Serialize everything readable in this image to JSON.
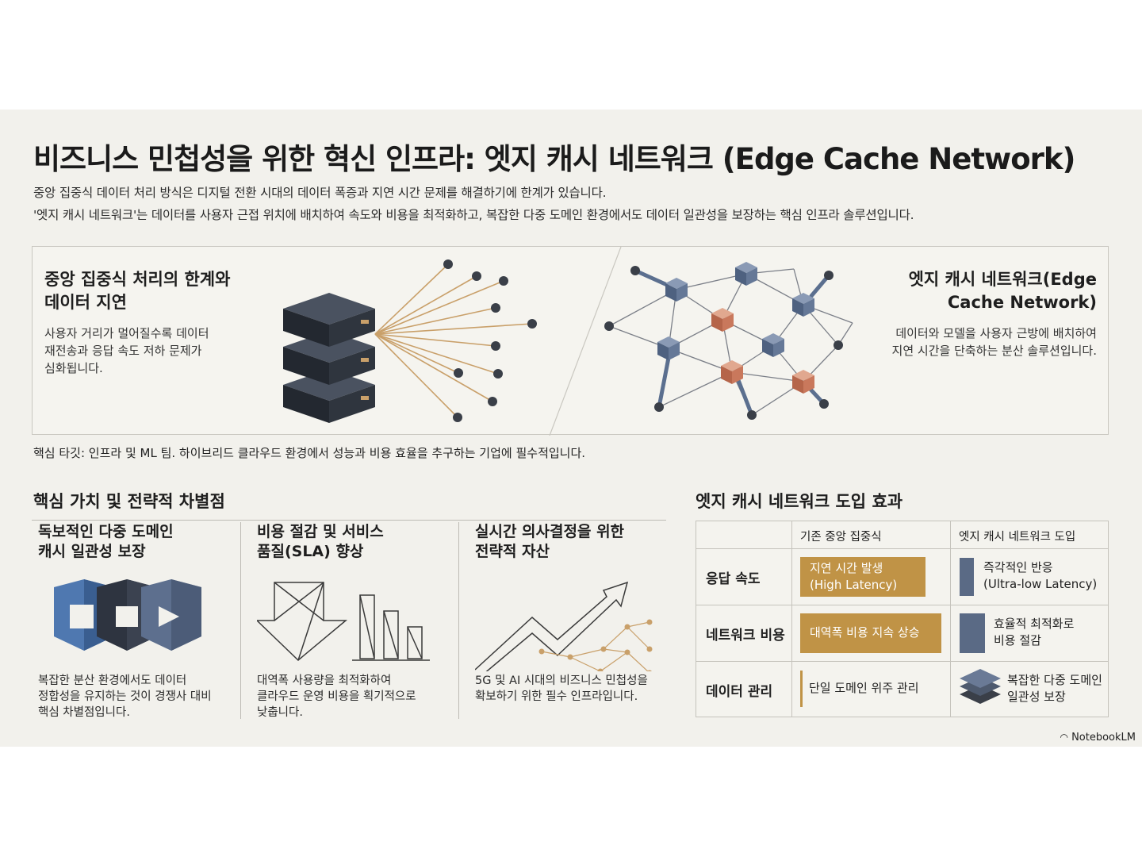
{
  "title": "비즈니스 민첩성을 위한 혁신 인프라: 엣지 캐시 네트워크 (Edge Cache Network)",
  "intro": [
    "중앙 집중식 데이터 처리 방식은 디지털 전환 시대의 데이터 폭증과 지연 시간 문제를 해결하기에 한계가 있습니다.",
    "'엣지 캐시 네트워크'는 데이터를 사용자 근접 위치에 배치하여 속도와 비용을 최적화하고, 복잡한 다중 도메인 환경에서도 데이터 일관성을 보장하는 핵심 인프라 솔루션입니다."
  ],
  "hero": {
    "left": {
      "heading": [
        "중앙 집중식 처리의 한계와",
        "데이터 지연"
      ],
      "desc": [
        "사용자 거리가 멀어질수록 데이터",
        "재전송과 응답 속도 저하 문제가",
        "심화됩니다."
      ]
    },
    "right": {
      "heading": [
        "엣지 캐시 네트워크(Edge",
        "Cache Network)"
      ],
      "desc": [
        "데이터와 모델을 사용자 근방에 배치하여",
        "지연 시간을 단축하는 분산 솔루션입니다."
      ]
    }
  },
  "target": "핵심 타깃: 인프라 및 ML 팀. 하이브리드 클라우드 환경에서 성능과 비용 효율을 추구하는 기업에 필수적입니다.",
  "values": {
    "heading": "핵심 가치 및 전략적 차별점",
    "cards": [
      {
        "title": [
          "독보적인 다중 도메인",
          "캐시 일관성 보장"
        ],
        "desc": [
          "복잡한 분산 환경에서도 데이터",
          "정합성을 유지하는 것이 경쟁사 대비",
          "핵심 차별점입니다."
        ],
        "icon": "interlocking-cubes-icon"
      },
      {
        "title": [
          "비용 절감 및 서비스",
          "품질(SLA) 향상"
        ],
        "desc": [
          "대역폭 사용량을 최적화하여",
          "클라우드 운영 비용을 획기적으로",
          "낮춥니다."
        ],
        "icon": "down-arrow-bars-icon"
      },
      {
        "title": [
          "실시간 의사결정을 위한",
          "전략적 자산"
        ],
        "desc": [
          "5G 및 AI 시대의 비즈니스 민첩성을",
          "확보하기 위한 필수 인프라입니다."
        ],
        "icon": "rising-arrow-icon"
      }
    ]
  },
  "effects": {
    "heading": "엣지 캐시 네트워크 도입 효과",
    "columns": [
      "기존 중앙 집중식",
      "엣지 캐시 네트워크 도입"
    ],
    "rows": [
      {
        "label": "응답 속도",
        "legacy": [
          "지연 시간 발생",
          "(High Latency)"
        ],
        "edge": [
          "즉각적인 반응",
          "(Ultra-low Latency)"
        ]
      },
      {
        "label": "네트워크 비용",
        "legacy": [
          "대역폭 비용 지속 상승"
        ],
        "edge": [
          "효율적 최적화로",
          "비용 절감"
        ]
      },
      {
        "label": "데이터 관리",
        "legacy": [
          "단일 도메인 위주 관리"
        ],
        "edge": [
          "복잡한 다중 도메인",
          "일관성 보장"
        ]
      }
    ]
  },
  "brand": "NotebookLM",
  "colors": {
    "accent_gold": "#c09346",
    "accent_orange": "#c9785c",
    "node_blue": "#5b6f8f",
    "dark_server": "#333a44"
  }
}
